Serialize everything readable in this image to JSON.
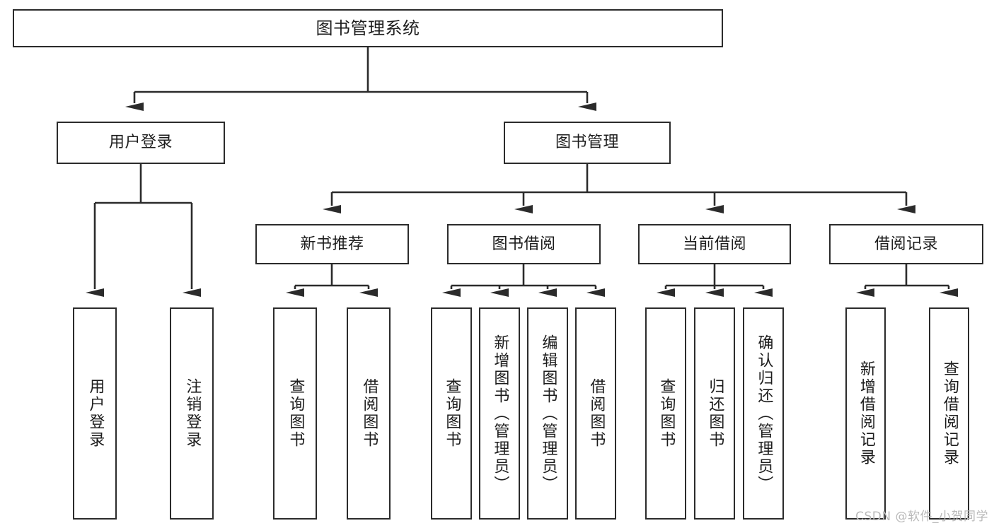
{
  "diagram": {
    "title": "图书管理系统",
    "style": {
      "line_color": "#2b2b2b",
      "box_fill": "#ffffff",
      "box_stroke": "#2b2b2b",
      "text_color": "#1d1d1d",
      "watermark_color": "#b9b9b9"
    },
    "root": {
      "label": "图书管理系统"
    },
    "level1": [
      {
        "label": "用户登录"
      },
      {
        "label": "图书管理"
      }
    ],
    "level2": [
      {
        "label": "新书推荐"
      },
      {
        "label": "图书借阅"
      },
      {
        "label": "当前借阅"
      },
      {
        "label": "借阅记录"
      }
    ],
    "leaves": {
      "user_login": [
        {
          "label": "用户登录"
        },
        {
          "label": "注销登录"
        }
      ],
      "new_book_recommend": [
        {
          "label": "查询图书"
        },
        {
          "label": "借阅图书"
        }
      ],
      "book_borrow": [
        {
          "label": "查询图书"
        },
        {
          "label": "新增图书（管理员）"
        },
        {
          "label": "编辑图书（管理员）"
        },
        {
          "label": "借阅图书"
        }
      ],
      "current_borrow": [
        {
          "label": "查询图书"
        },
        {
          "label": "归还图书"
        },
        {
          "label": "确认归还（管理员）"
        }
      ],
      "borrow_record": [
        {
          "label": "新增借阅记录"
        },
        {
          "label": "查询借阅记录"
        }
      ]
    }
  },
  "watermark": {
    "text": "CSDN @软件_小贺同学"
  }
}
